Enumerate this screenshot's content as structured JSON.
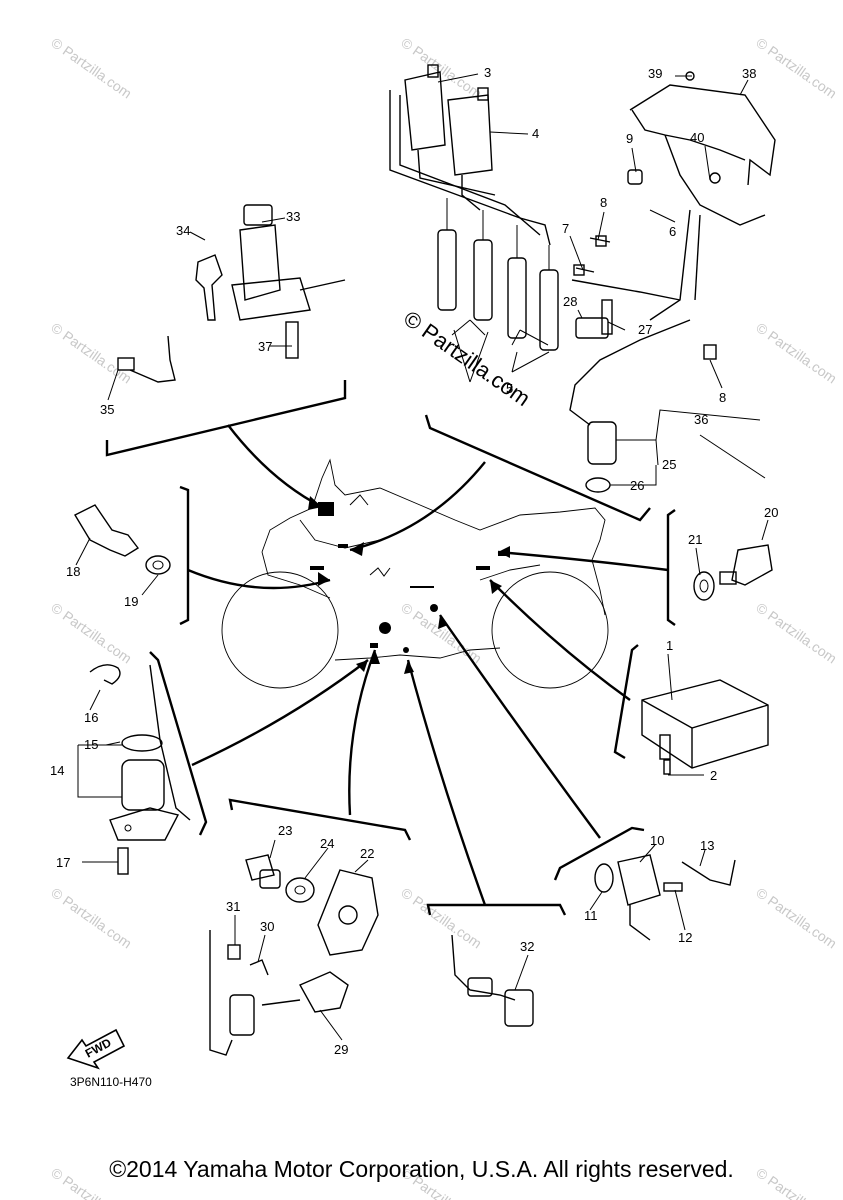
{
  "watermark": "© Partzilla.com",
  "center_watermark": "© Partzilla.com",
  "diagram_code": "3P6N110-H470",
  "fwd_label": "FWD",
  "copyright": "©2014 Yamaha Motor Corporation, U.S.A. All rights reserved.",
  "callouts": {
    "c1": "1",
    "c2": "2",
    "c3": "3",
    "c4": "4",
    "c5": "5",
    "c6": "6",
    "c7": "7",
    "c8a": "8",
    "c8b": "8",
    "c9": "9",
    "c10": "10",
    "c11": "11",
    "c12": "12",
    "c13": "13",
    "c14": "14",
    "c15": "15",
    "c16": "16",
    "c17": "17",
    "c18": "18",
    "c19": "19",
    "c20": "20",
    "c21": "21",
    "c22": "22",
    "c23": "23",
    "c24": "24",
    "c25": "25",
    "c26": "26",
    "c27": "27",
    "c28": "28",
    "c29": "29",
    "c30": "30",
    "c31": "31",
    "c32": "32",
    "c33": "33",
    "c34": "34",
    "c35": "35",
    "c36": "36",
    "c37": "37",
    "c38": "38",
    "c39": "39",
    "c40": "40"
  }
}
